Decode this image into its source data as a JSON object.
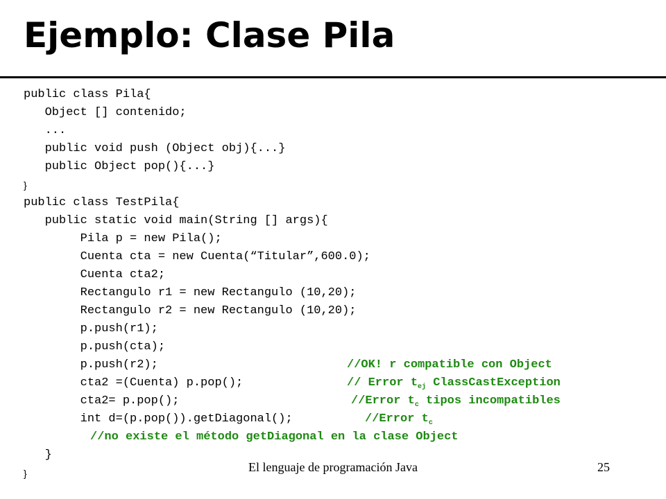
{
  "slide": {
    "title": "Ejemplo: Clase Pila",
    "footer": "El lenguaje de programación Java",
    "page_number": "25",
    "comment_color": "#1e8a12"
  },
  "code": [
    "public class Pila{",
    "   Object [] contenido;",
    "   ...",
    "   public void push (Object obj){...}",
    "   public Object pop(){...}",
    "}",
    "public class TestPila{",
    "   public static void main(String [] args){",
    "        Pila p = new Pila();",
    "        Cuenta cta = new Cuenta(“Titular”,600.0);",
    "        Cuenta cta2;",
    "        Rectangulo r1 = new Rectangulo (10,20);",
    "        Rectangulo r2 = new Rectangulo (10,20);",
    "        p.push(r1);",
    "        p.push(cta);",
    "        p.push(r2);",
    "        cta2 =(Cuenta) p.pop();",
    "        cta2= p.pop();",
    "        int d=(p.pop()).getDiagonal();",
    "   }",
    "}"
  ],
  "comments": {
    "ok": "//OK! r compatible con Object",
    "err1_pre": "// Error t",
    "err1_sub": "ej",
    "err1_post": " ClassCastException",
    "err2_pre": "//Error t",
    "err2_sub": "c",
    "err2_post": " tipos incompatibles",
    "err3_pre": "//Error t",
    "err3_sub": "c",
    "last": "//no existe el método getDiagonal en la clase Object"
  }
}
